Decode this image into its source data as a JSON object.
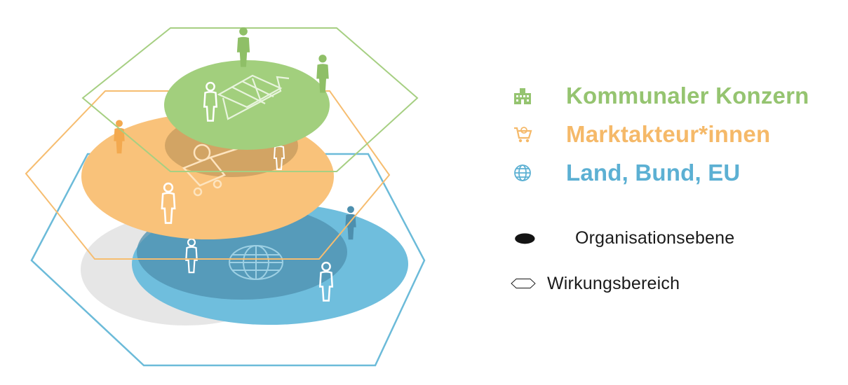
{
  "legend": {
    "layers": [
      {
        "label": "Kommunaler Konzern",
        "icon": "building-icon",
        "color": "#95c470"
      },
      {
        "label": "Marktakteur*innen",
        "icon": "shopping-cart-icon",
        "color": "#f5b969"
      },
      {
        "label": "Land, Bund, EU",
        "icon": "globe-icon",
        "color": "#5cb0d3"
      }
    ],
    "key": [
      {
        "label": "Organisationsebene",
        "icon": "ellipse-icon"
      },
      {
        "label": "Wirkungsbereich",
        "icon": "hexagon-icon"
      }
    ]
  },
  "colors": {
    "green": "#a2cf7d",
    "orange": "#f9c27a",
    "blue": "#5eb3d6",
    "blue_dark": "#4a8fae",
    "shadow": "#e4e4e4"
  }
}
